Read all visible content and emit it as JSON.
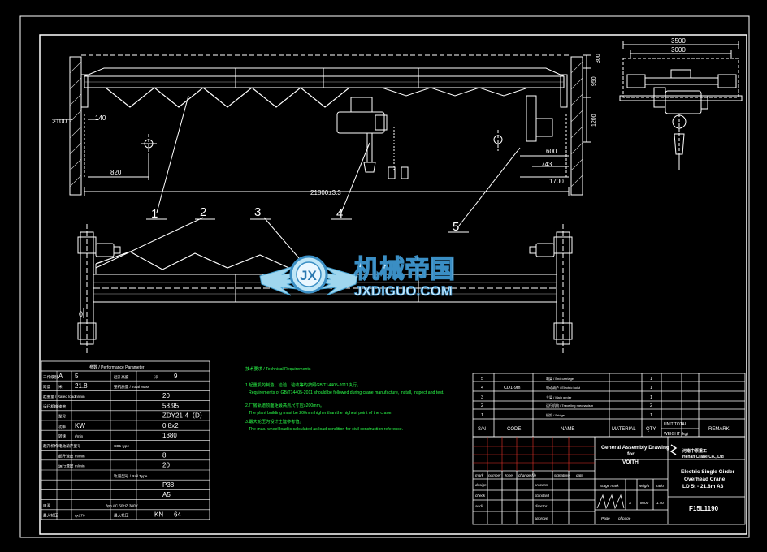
{
  "dims": {
    "d3500": "3500",
    "d3000": "3000",
    "d300": "300",
    "d950": "950",
    "d1200": "1200",
    "d600": "600",
    "d743": "743",
    "d1700": "1700",
    "d820": "820",
    "d140": "140",
    "d100": ">100",
    "span": "21800±3.3"
  },
  "balloons": [
    "1",
    "2",
    "3",
    "4",
    "5"
  ],
  "watermark": {
    "badge": "JX",
    "cn": "机械帝国",
    "en": "JXDIGUO.COM"
  },
  "param_table": {
    "header": "参数 / Performance Parameter",
    "rows": [
      {
        "c1": "工作级别",
        "c2": "A",
        "c3": "5",
        "c4": "起升高度",
        "c5": "米",
        "c6": "9"
      },
      {
        "c1": "跨度",
        "c2": "米",
        "c3": "21.8",
        "c4": "整机质量 / Total Mass"
      },
      {
        "c1": "起重量 / Rated load",
        "c2": "",
        "c3": "m/min",
        "c4": "20"
      },
      {
        "c1": "运行机构",
        "c2": "速度",
        "c3": "",
        "c4": "58.95"
      },
      {
        "c1": "",
        "c2": "型号",
        "c3": "",
        "c4": "ZDY21-4（D）"
      },
      {
        "c1": "",
        "c2": "功率",
        "c3": "KW",
        "c4": "0.8x2"
      },
      {
        "c1": "",
        "c2": "转速",
        "c3": "r/min",
        "c4": "1380"
      },
      {
        "c1": "起升机构",
        "c2": "电动葫芦型号",
        "c3": "",
        "c4": "CD1 type"
      },
      {
        "c1": "",
        "c2": "起升速度",
        "c3": "m/min",
        "c4": "8"
      },
      {
        "c1": "",
        "c2": "运行速度",
        "c3": "m/min",
        "c4": "20"
      },
      {
        "c1": "",
        "c2": "",
        "c3": "",
        "c4": "轨道型号 / Rail Type"
      },
      {
        "c1": "",
        "c2": "",
        "c3": "",
        "c4": "P38"
      },
      {
        "c1": "",
        "c2": "",
        "c3": "",
        "c4": "A5"
      },
      {
        "c1": "电源",
        "c2": "",
        "c3": "3ph AC   50HZ   380V"
      },
      {
        "c1": "最大轮压",
        "c2": "",
        "c3": "qx270",
        "c4": "最大轮压",
        "c5": "KN",
        "c6": "64"
      }
    ]
  },
  "tech_req": {
    "title": "技术要求 / Technical Requirements",
    "lines": [
      "1.起重机的制造、检验、验收等均按照GB/T14405-2011执行。",
      "Requirements of GB/T14405-2011 should be followed during crane manufacture, install, inspect and test.",
      "2.厂房轨道顶面距最高点尺寸应≥200mm。",
      "The plant building must be 200mm higher than the highest point of the crane.",
      "3.最大轮压为设计土建参考值。",
      "The max. wheel load is calculated as load condition for civil construction reference."
    ]
  },
  "bom": {
    "rows": [
      {
        "no": "5",
        "code": "",
        "name": "端梁 / End carriage",
        "material": "",
        "qty": "1"
      },
      {
        "no": "4",
        "code": "CD1-9m",
        "name": "电动葫芦 / Electric hoist",
        "material": "",
        "qty": "1"
      },
      {
        "no": "3",
        "code": "",
        "name": "主梁 / Main girder",
        "material": "",
        "qty": "1"
      },
      {
        "no": "2",
        "code": "",
        "name": "运行机构 / Travelling mechanism",
        "material": "",
        "qty": "2"
      },
      {
        "no": "1",
        "code": "",
        "name": "桥架 / Bridge",
        "material": "",
        "qty": "1"
      }
    ],
    "header": {
      "no": "S/N",
      "code": "CODE",
      "name": "NAME",
      "material": "MATERIAL",
      "qty": "QTY",
      "unit_total": "UNIT TOTAL",
      "weight": "WEIGHT (kg)",
      "remark": "REMARK"
    }
  },
  "title_block": {
    "drawing_title_1": "General Assembly Drawing",
    "drawing_title_2": "for",
    "drawing_title_3": "VOITH",
    "company_1": "河南中原重工",
    "company_2": "Henan Crane Co., Ltd",
    "product_1": "Electric Single Girder",
    "product_2": "Overhead Crane",
    "product_3": "LD 5t - 21.8m A3",
    "drawing_no": "F15L1190",
    "mark": "mark",
    "number": "number",
    "zone": "zone",
    "change_file": "change file",
    "signature": "signature",
    "date": "date",
    "design": "design",
    "process": "process",
    "check": "check",
    "standard": "standard",
    "audit": "audit",
    "director": "director",
    "approve": "approve",
    "stage_mark": "stage mark",
    "weight": "weight",
    "ratio": "ratio",
    "weight_val": "8000",
    "ratio_val": "1:50",
    "stage_val": "S",
    "page": "Page ___ of page ___"
  }
}
